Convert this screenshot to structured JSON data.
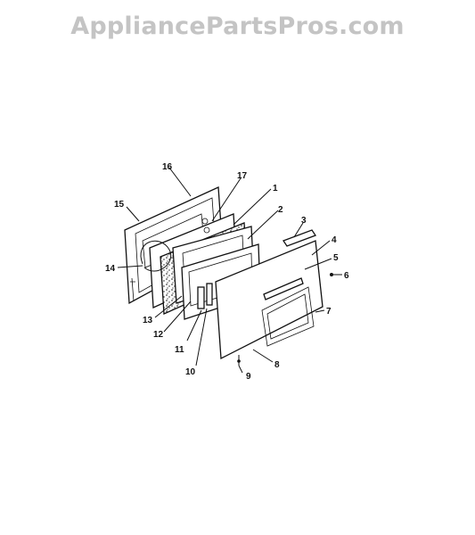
{
  "watermark": "AppliancePartsPros.com",
  "diagram": {
    "part_numbers": [
      "1",
      "2",
      "3",
      "4",
      "5",
      "6",
      "7",
      "8",
      "9",
      "10",
      "11",
      "12",
      "13",
      "14",
      "15",
      "16",
      "17"
    ]
  }
}
